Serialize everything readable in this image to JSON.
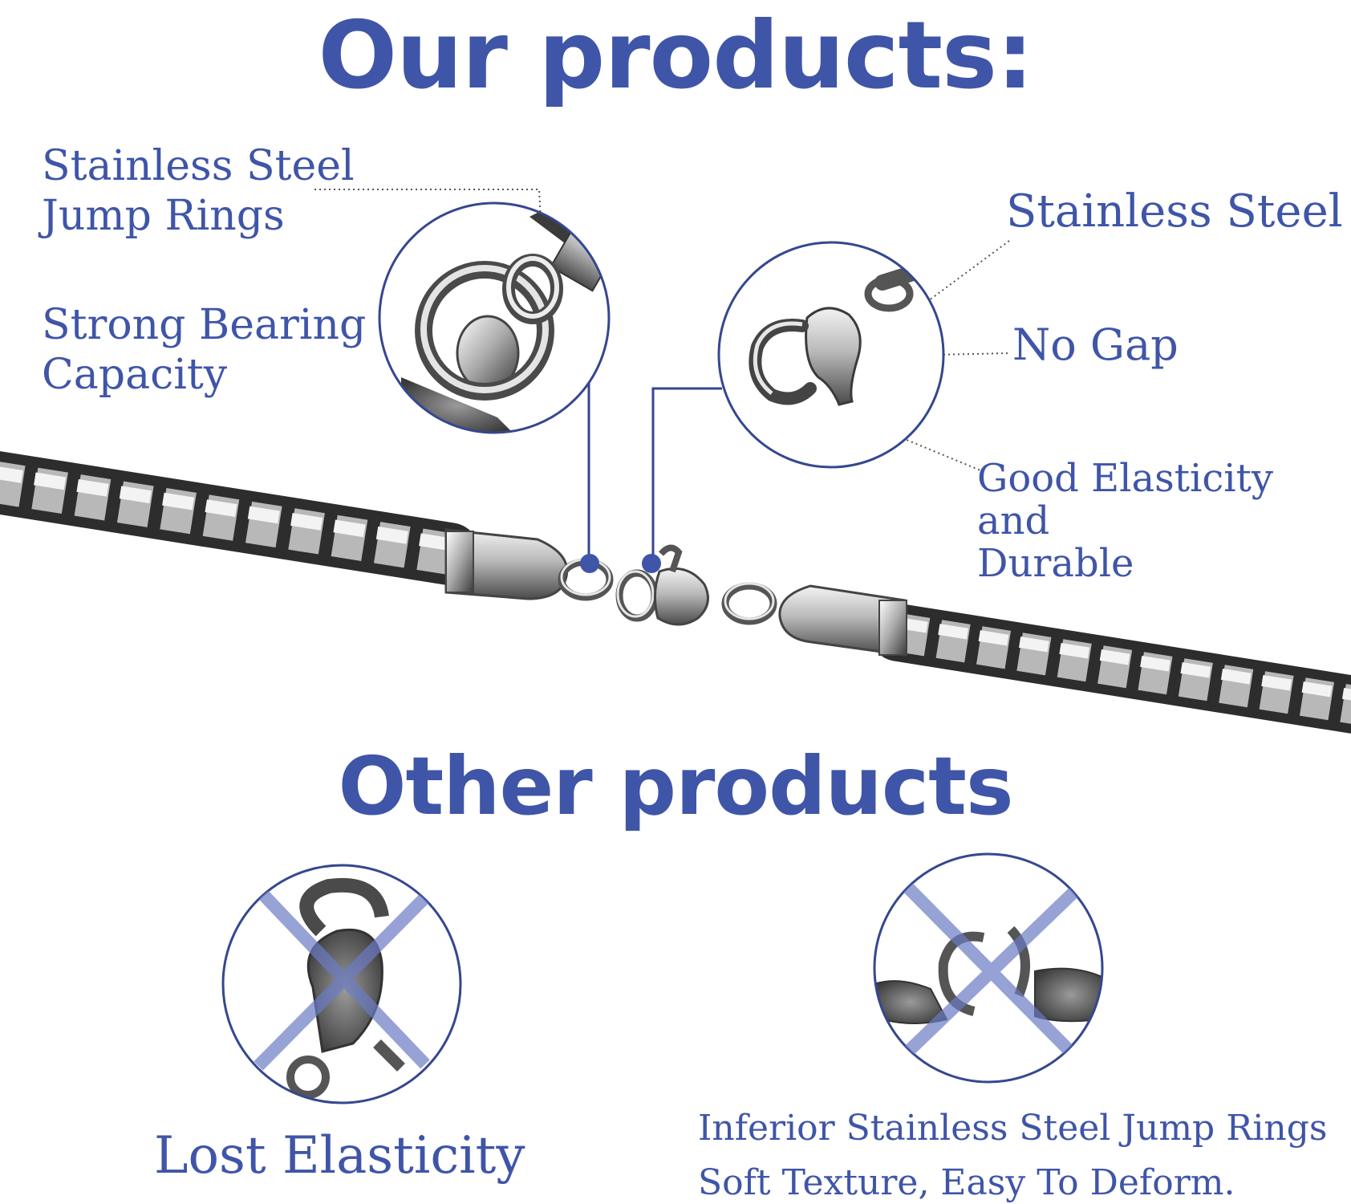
{
  "colors": {
    "accent": "#3f55a8",
    "line": "#35478f",
    "cross": "#6b7cc4",
    "background": "#ffffff",
    "metal_light": "#e3e3e3",
    "metal_dark": "#3a3a3a"
  },
  "headings": {
    "ours": "Our products:",
    "others": "Other products"
  },
  "ours": {
    "labels": {
      "jump_rings": "Stainless Steel\nJump Rings",
      "bearing": "Strong Bearing\nCapacity",
      "clasp_material": "Stainless Steel",
      "no_gap": "No Gap",
      "elasticity": "Good Elasticity and\nDurable"
    },
    "images": {
      "jump_ring_closeup": "jump-ring-closeup",
      "lobster_clasp_closeup": "lobster-clasp-closeup",
      "box_chain": "box-chain-necklace"
    }
  },
  "others": {
    "labels": {
      "lost_elasticity": "Lost Elasticity",
      "inferior": "Inferior Stainless Steel Jump Rings\nSoft Texture, Easy To Deform."
    },
    "marks": {
      "left": "cross-mark",
      "right": "cross-mark"
    }
  }
}
